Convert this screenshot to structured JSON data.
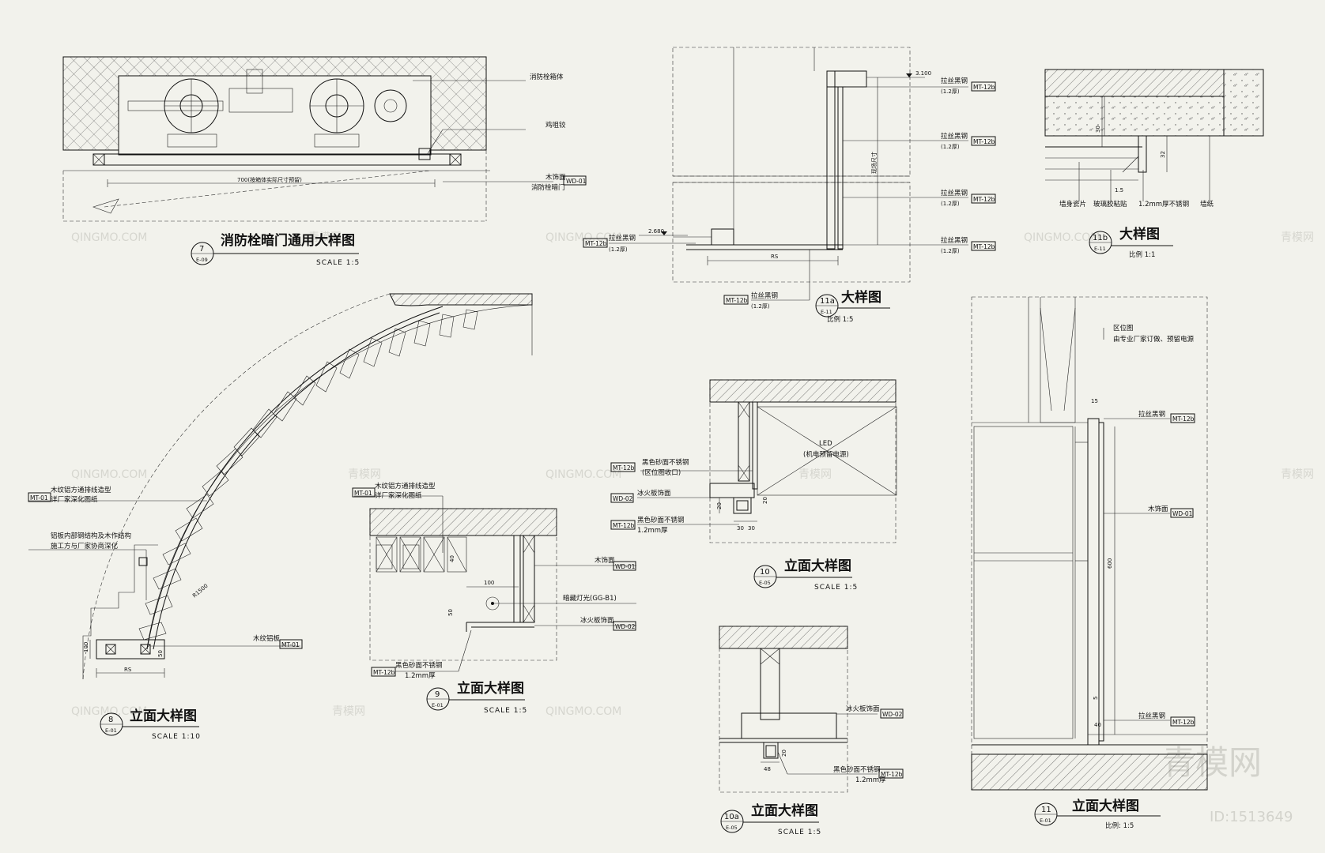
{
  "watermark": {
    "small": "QINGMO.COM",
    "small_cn": "青模网",
    "big": "青模网",
    "id": "ID:1513649"
  },
  "d7": {
    "num": "7",
    "sheet": "E-09",
    "title": "消防栓暗门通用大样图",
    "scale": "SCALE 1:5",
    "n_box": "消防栓箱体",
    "n_hinge": "鸡咀铰",
    "n_wood": "木饰面",
    "n_door": "消防栓暗门",
    "tag_wd": "WD-01",
    "dim": "700(按箱体实际尺寸预留)"
  },
  "d11a": {
    "num": "11a",
    "sheet": "E-11",
    "title": "大样图",
    "scale": "比例 1:5",
    "lev1": "3.100",
    "lev2": "2.680",
    "steel": "拉丝黑钢",
    "thk": "(1.2厚)",
    "tag": "MT-12b",
    "dim_v": "现场尺寸",
    "dim_h": "RS"
  },
  "d11b": {
    "num": "11b",
    "sheet": "E-11",
    "title": "大样图",
    "scale": "比例 1:1",
    "n1": "墙身瓷片",
    "n2": "玻璃胶粘贴",
    "n3": "1.2mm厚不锈钢",
    "n4": "墙纸",
    "d30": "30",
    "d32": "32",
    "d15": "1.5"
  },
  "d8": {
    "num": "8",
    "sheet": "E-01",
    "title": "立面大样图",
    "scale": "SCALE 1:10",
    "n1a": "木纹铝方通排线造型",
    "n1b": "详厂家深化图纸",
    "tag1": "MT-01",
    "n2a": "铝板内部钢结构及木作结构",
    "n2b": "施工方与厂家协商深化",
    "n3": "木纹铝板",
    "tag3": "MT-01",
    "r": "R1500",
    "d100": "100",
    "d50": "50",
    "rs": "RS"
  },
  "d9": {
    "num": "9",
    "sheet": "E-01",
    "title": "立面大样图",
    "scale": "SCALE 1:5",
    "n1a": "木纹铝方通排线造型",
    "n1b": "详厂家深化图纸",
    "tag1": "MT-01",
    "n2": "木饰面",
    "tag2": "WD-01",
    "n3": "暗藏灯光(GG-B1)",
    "n4": "冰火板饰面",
    "tag4": "WD-02",
    "n5a": "黑色砂面不锈钢",
    "n5b": "1.2mm厚",
    "tag5": "MT-12b",
    "d100": "100",
    "d50": "50",
    "d40": "40"
  },
  "d10": {
    "num": "10",
    "sheet": "E-05",
    "title": "立面大样图",
    "scale": "SCALE 1:5",
    "led1": "LED",
    "led2": "(机电预留电源)",
    "n1a": "黑色砂面不锈钢",
    "n1b": "(区位图收口)",
    "tag1": "MT-12b",
    "n2": "冰火板饰面",
    "tag2": "WD-02",
    "n3a": "黑色砂面不锈钢",
    "n3b": "1.2mm厚",
    "tag3": "MT-12b",
    "d20": "20",
    "d30": "30"
  },
  "d10a": {
    "num": "10a",
    "sheet": "E-05",
    "title": "立面大样图",
    "scale": "SCALE 1:5",
    "n1": "冰火板饰面",
    "tag1": "WD-02",
    "n2a": "黑色砂面不锈钢",
    "n2b": "1.2mm厚",
    "tag2": "MT-12b",
    "d20": "20",
    "d48": "48"
  },
  "d11": {
    "num": "11",
    "sheet": "E-01",
    "title": "立面大样图",
    "scale": "比例: 1:5",
    "n1a": "区位图",
    "n1b": "由专业厂家订做、预留电源",
    "n2": "拉丝黑钢",
    "tag2": "MT-12b",
    "n3": "木饰面",
    "tag3": "WD-01",
    "n4": "拉丝黑钢",
    "tag4": "MT-12b",
    "d15": "15",
    "d600": "600",
    "d40": "40",
    "d5": "5"
  }
}
